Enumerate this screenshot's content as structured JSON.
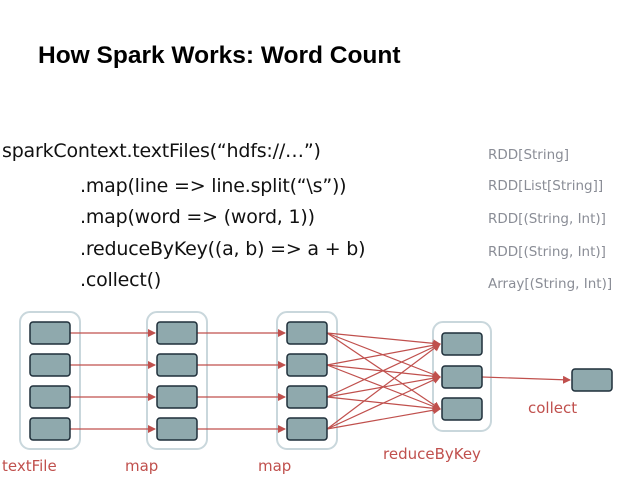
{
  "slide": {
    "title": "How Spark Works: Word Count",
    "code_lines": [
      "sparkContext.textFiles(“hdfs://…”)",
      ".map(line => line.split(“\\s”))",
      ".map(word => (word, 1))",
      ".reduceByKey((a, b) => a + b)",
      ".collect()"
    ],
    "types": [
      "RDD[String]",
      "RDD[List[String]]",
      "RDD[(String, Int)]",
      "RDD[(String, Int)]",
      "Array[(String, Int)]"
    ]
  },
  "diagram": {
    "stage_labels": [
      "textFile",
      "map",
      "map",
      "reduceByKey"
    ],
    "collect_label": "collect",
    "partitions": [
      4,
      4,
      4,
      3,
      1
    ],
    "colors": {
      "partition_fill": "#8fa9ad",
      "partition_stroke": "#1f2f3a",
      "group_border": "#c9d7dc",
      "arrow": "#c0504d",
      "label": "#c0504d",
      "type_text": "#8a8d96"
    }
  }
}
